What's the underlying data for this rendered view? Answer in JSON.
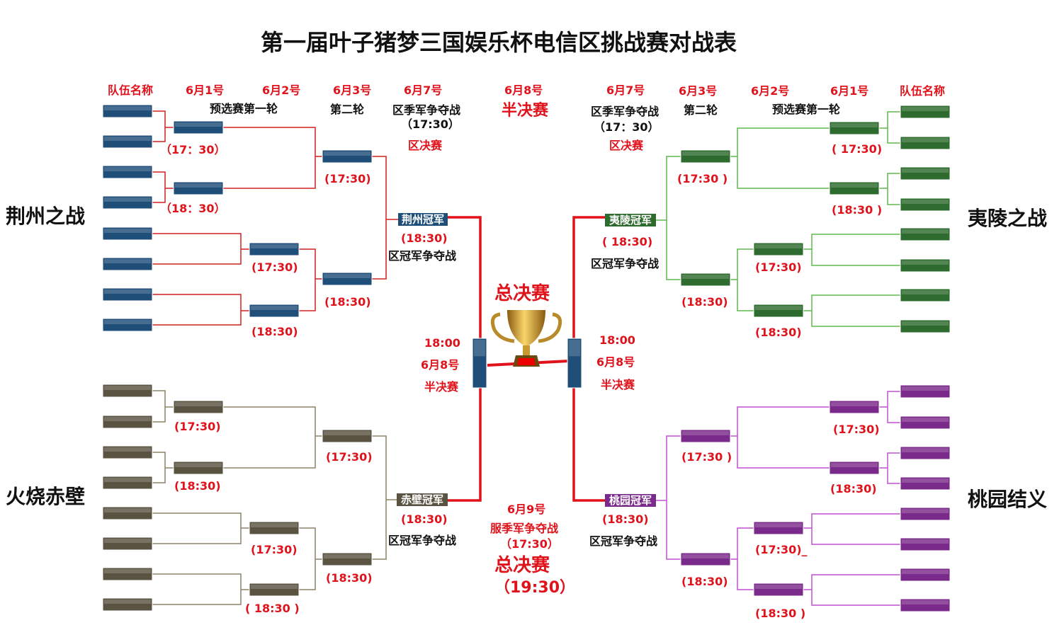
{
  "title": "第一届叶子猪梦三国娱乐杯电信区挑战赛对战表",
  "colors": {
    "jingzhou": "#1f4e79",
    "chibi": "#5a5342",
    "yiling": "#2e6b2e",
    "taoyuan": "#7a2a8a",
    "final": "#e0121b",
    "line_jingzhou": "#d42020",
    "line_chibi": "#8c8266",
    "line_yiling": "#5fb84f",
    "line_taoyuan": "#c050d0"
  },
  "regions": {
    "jingzhou": "荆州之战",
    "chibi": "火烧赤壁",
    "yiling": "夷陵之战",
    "taoyuan": "桃园结义"
  },
  "left_header": {
    "team": "队伍名称",
    "d1": "6月1号",
    "d2": "6月2号",
    "d3": "6月3号",
    "d7": "6月7号",
    "prelim": "预选赛第一轮",
    "round2": "第二轮",
    "season": "区季军争夺战",
    "season_time": "（17:30）",
    "zone_final": "区决赛"
  },
  "right_header": {
    "team": "队伍名称",
    "d1": "6月1号",
    "d2": "6月2号",
    "d3": "6月3号",
    "d7": "6月7号",
    "prelim": "预选赛第一轮",
    "round2": "第二轮",
    "season": "区季军争夺战",
    "season_time": "（17：30）",
    "zone_final": "区决赛"
  },
  "center": {
    "d8": "6月8号",
    "semifinal": "半决赛",
    "grand_final": "总决赛",
    "left_semi_time": "18:00",
    "left_semi_date": "6月8号",
    "left_semi_label": "半决赛",
    "right_semi_time": "18:00",
    "right_semi_date": "6月8号",
    "right_semi_label": "半决赛",
    "d9": "6月9号",
    "server_third": "服季军争夺战",
    "server_third_time": "（17:30）",
    "final_label": "总决赛",
    "final_time": "（19:30）"
  },
  "champions": {
    "jingzhou": "荆州冠军",
    "chibi": "赤壁冠军",
    "yiling": "夷陵冠军",
    "taoyuan": "桃园冠军"
  },
  "champion_times": {
    "jingzhou": "(18:30)",
    "chibi": "(18:30)",
    "yiling": "( 18:30)",
    "taoyuan": "(18:30)"
  },
  "zone_champ_label": "区冠军争夺战",
  "times": {
    "jz_r1_a": "（17：30）",
    "jz_r1_b": "（18：30）",
    "jz_r1_c": "(17:30)",
    "jz_r1_d": "(18:30)",
    "jz_r2_a": "(17:30)",
    "jz_r2_b": "(18:30)",
    "cb_r1_a": "(17:30)",
    "cb_r1_b": "(18:30)",
    "cb_r1_c": "(17:30)",
    "cb_r1_d": "( 18:30 )",
    "cb_r2_a": "(17:30)",
    "cb_r2_b": "(18:30)",
    "yl_r1_a": "( 17:30)",
    "yl_r1_b": "(18:30 )",
    "yl_r1_c": "(17:30)",
    "yl_r1_d": "(18:30)",
    "yl_r2_a": "(17:30 )",
    "yl_r2_b": "(18:30)",
    "ty_r1_a": "(17:30)",
    "ty_r1_b": "(18:30)",
    "ty_r1_c": "(17:30)_",
    "ty_r1_d": "(18:30 )",
    "ty_r2_a": "(17:30 )",
    "ty_r2_b": "(18:30)"
  }
}
